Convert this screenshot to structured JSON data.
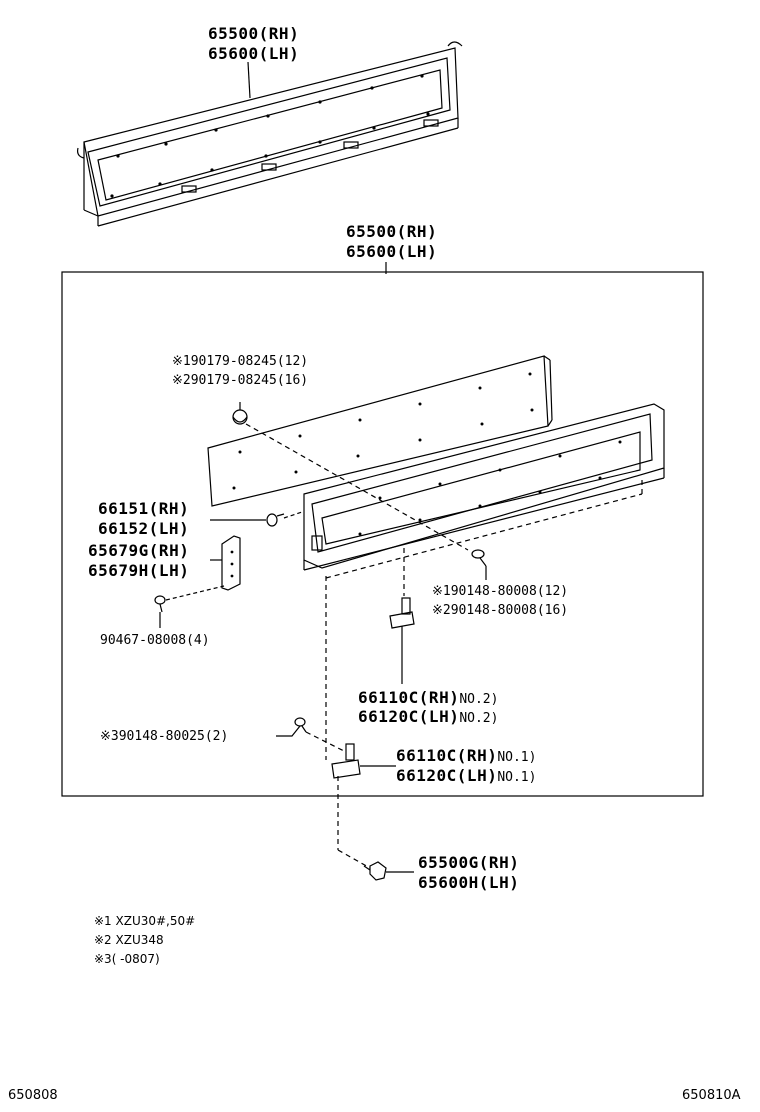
{
  "labels": {
    "top_rh": "65500(RH)",
    "top_lh": "65600(LH)",
    "box_rh": "65500(RH)",
    "box_lh": "65600(LH)",
    "cover_1": "※190179-08245(12)",
    "cover_2": "※290179-08245(16)",
    "p66151": "66151(RH)",
    "p66152": "66152(LH)",
    "p65679g": "65679G(RH)",
    "p65679h": "65679H(LH)",
    "screw_1": "※190148-80008(12)",
    "screw_2": "※290148-80008(16)",
    "p90467": "90467-08008(4)",
    "hinge2_rh": "66110C(RH)",
    "hinge2_rh_no": "NO.2)",
    "hinge2_lh": "66120C(LH)",
    "hinge2_lh_no": "NO.2)",
    "bolt_3": "※390148-80025(2)",
    "hinge1_rh": "66110C(RH)",
    "hinge1_rh_no": "NO.1)",
    "hinge1_lh": "66120C(LH)",
    "hinge1_lh_no": "NO.1)",
    "p65500g": "65500G(RH)",
    "p65600h": "65600H(LH)"
  },
  "notes": [
    "※1  XZU30#,50#",
    "※2  XZU348",
    "※3(      -0807)"
  ],
  "footer": {
    "left_code": "650808",
    "right_code": "650810A"
  }
}
